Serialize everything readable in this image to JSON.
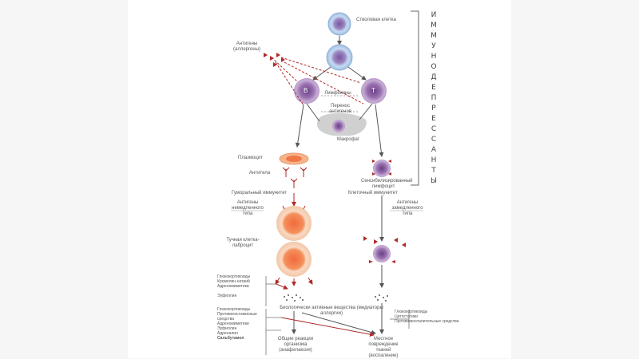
{
  "diagram": {
    "stem_cell": "Стволовая клетка",
    "antigens": "Антигены (аллергены)",
    "b_cell_letter": "В",
    "t_cell_letter": "Т",
    "lymphokines": "Лимфокины",
    "antigen_transfer": "Перенос антигенов",
    "macrophage": "Макрофаг",
    "plasmocyte": "Плазмоцит",
    "antibodies": "Антитела",
    "humoral_immunity": "Гуморальный иммунитет",
    "antigens_immediate_type": "Антигены немедленного типа",
    "mast_cell": "Тучная клетка-лаброцит",
    "sensitized_lymphocyte": "Сенсибилизированный лимфоцит",
    "cellular_immunity": "Клеточный иммунитет",
    "antigens_delayed_type": "Антигены замедленного типа",
    "bioactive_substances": "Биологически активные вещества (медиаторы аллергии)",
    "general_reactions": "Общие реакции организма (анафилаксия)",
    "local_damage": "Местное повреждение тканей (воспаление)",
    "right_list": [
      "Глюкокортикоиды",
      "Цитостатики",
      "Противовоспалительные средства"
    ],
    "left_list_top": [
      "Глюкокортикоиды",
      "Кромолин-натрий",
      "Адреномиметики",
      "Эуфиллин"
    ],
    "left_list_bottom": [
      "Глюкокортикоиды",
      "Противогистаминные средства",
      "Адреномиметики",
      "Эуфиллин",
      "Адреналин",
      "Сальбутамол"
    ],
    "vertical_title": [
      "И",
      "М",
      "М",
      "У",
      "Н",
      "О",
      "Д",
      "Е",
      "П",
      "Р",
      "Е",
      "С",
      "С",
      "А",
      "Н",
      "Т",
      "Ы"
    ],
    "colors": {
      "cell_purple": "#9b6fae",
      "cell_blue": "#aac7e6",
      "arrow_red": "#b02a2a",
      "mast_orange": "#f07848"
    }
  }
}
